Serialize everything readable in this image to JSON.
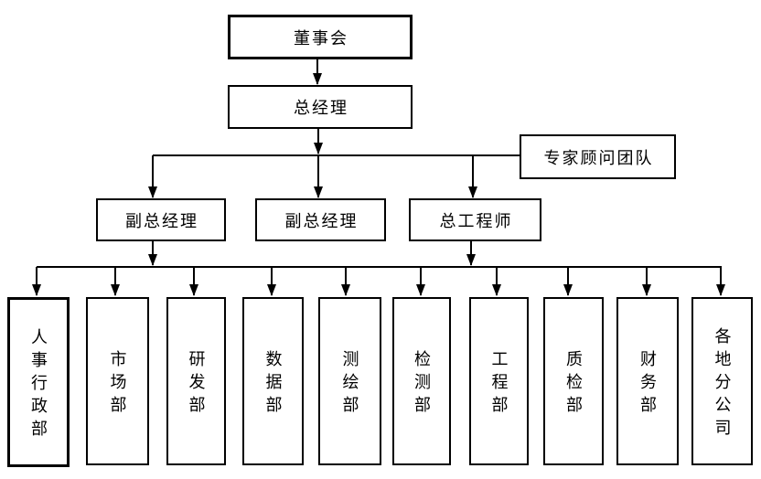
{
  "page": {
    "background": "#ffffff",
    "line_color": "#000000",
    "box_fill": "#ffffff",
    "box_border_color": "#000000"
  },
  "nodes": {
    "board": {
      "label": "董事会"
    },
    "general_manager": {
      "label": "总经理"
    },
    "expert_team": {
      "label": "专家顾问团队"
    },
    "deputy_gm_left": {
      "label": "副总经理"
    },
    "deputy_gm_mid": {
      "label": "副总经理"
    },
    "chief_engineer": {
      "label": "总工程师"
    }
  },
  "departments": [
    {
      "label": "人事行政部"
    },
    {
      "label": "市场部"
    },
    {
      "label": "研发部"
    },
    {
      "label": "数据部"
    },
    {
      "label": "测绘部"
    },
    {
      "label": "检测部"
    },
    {
      "label": "工程部"
    },
    {
      "label": "质检部"
    },
    {
      "label": "财务部"
    },
    {
      "label": "各地分公司"
    }
  ],
  "edges": [
    {
      "from": "董事会",
      "to": "总经理"
    },
    {
      "from": "总经理",
      "to": "副总经理(左)"
    },
    {
      "from": "总经理",
      "to": "副总经理(中)"
    },
    {
      "from": "总经理",
      "to": "总工程师"
    },
    {
      "from": "总经理",
      "to": "专家顾问团队"
    },
    {
      "from": "副总经理(左)",
      "to": "部门汇流线"
    },
    {
      "from": "总工程师",
      "to": "部门汇流线"
    },
    {
      "from": "部门汇流线",
      "to": "人事行政部"
    },
    {
      "from": "部门汇流线",
      "to": "市场部"
    },
    {
      "from": "部门汇流线",
      "to": "研发部"
    },
    {
      "from": "部门汇流线",
      "to": "数据部"
    },
    {
      "from": "部门汇流线",
      "to": "测绘部"
    },
    {
      "from": "部门汇流线",
      "to": "检测部"
    },
    {
      "from": "部门汇流线",
      "to": "工程部"
    },
    {
      "from": "部门汇流线",
      "to": "质检部"
    },
    {
      "from": "部门汇流线",
      "to": "财务部"
    },
    {
      "from": "部门汇流线",
      "to": "各地分公司"
    }
  ]
}
